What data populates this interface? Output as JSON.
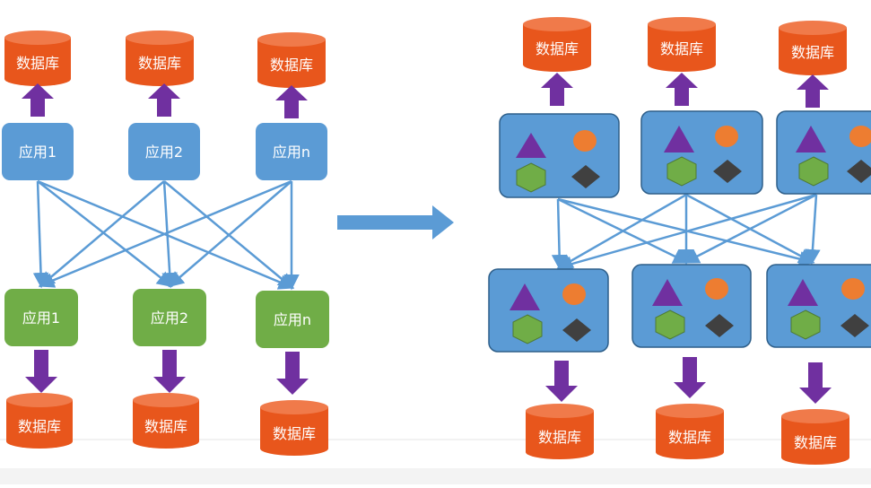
{
  "left": {
    "top_databases": [
      "数据库",
      "数据库",
      "数据库"
    ],
    "top_apps": [
      "应用1",
      "应用2",
      "应用n"
    ],
    "bottom_apps": [
      "应用1",
      "应用2",
      "应用n"
    ],
    "bottom_databases": [
      "数据库",
      "数据库",
      "数据库"
    ]
  },
  "right": {
    "top_databases": [
      "数据库",
      "数据库",
      "数据库"
    ],
    "bottom_databases": [
      "数据库",
      "数据库",
      "数据库"
    ]
  },
  "colors": {
    "database": "#e8561c",
    "top_app": "#5b9bd5",
    "bottom_app": "#70ad47",
    "arrow_purple": "#7030a0",
    "connector": "#5b9bd5",
    "triangle": "#7030a0",
    "circle": "#ed7d31",
    "hexagon": "#70ad47",
    "diamond": "#404040"
  }
}
